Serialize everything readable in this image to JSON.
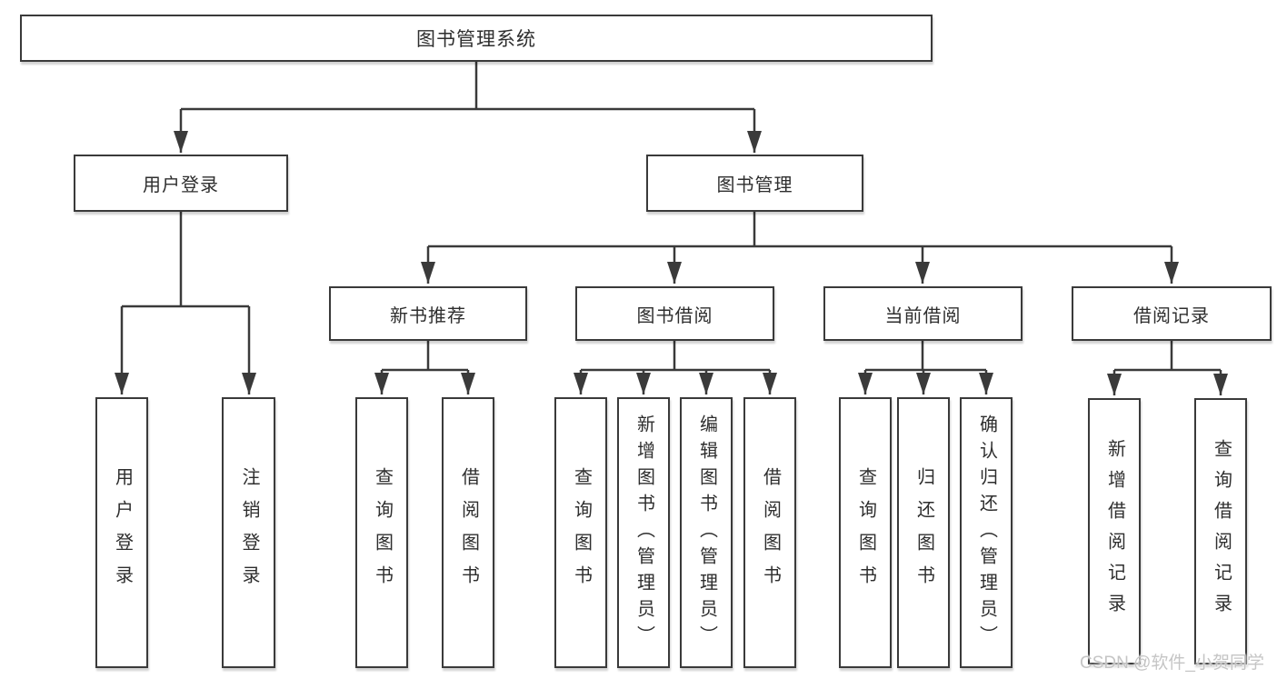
{
  "colors": {
    "line": "#3a3a3a",
    "text": "#2e2e2e",
    "box_bg": "#ffffff",
    "page_bg": "#ffffff",
    "watermark": "#c5c5c5"
  },
  "watermark": {
    "text": "CSDN @软件_小贺同学"
  },
  "tree": {
    "root": {
      "label": "图书管理系统"
    },
    "branches": [
      {
        "label": "用户登录",
        "children": [
          {
            "label": "用户登录"
          },
          {
            "label": "注销登录"
          }
        ]
      },
      {
        "label": "图书管理",
        "children": [
          {
            "label": "新书推荐",
            "children": [
              {
                "label": "查询图书"
              },
              {
                "label": "借阅图书"
              }
            ]
          },
          {
            "label": "图书借阅",
            "children": [
              {
                "label": "查询图书"
              },
              {
                "label": "新增图书（管理员）"
              },
              {
                "label": "编辑图书（管理员）"
              },
              {
                "label": "借阅图书"
              }
            ]
          },
          {
            "label": "当前借阅",
            "children": [
              {
                "label": "查询图书"
              },
              {
                "label": "归还图书"
              },
              {
                "label": "确认归还（管理员）"
              }
            ]
          },
          {
            "label": "借阅记录",
            "children": [
              {
                "label": "新增借阅记录"
              },
              {
                "label": "查询借阅记录"
              }
            ]
          }
        ]
      }
    ]
  }
}
